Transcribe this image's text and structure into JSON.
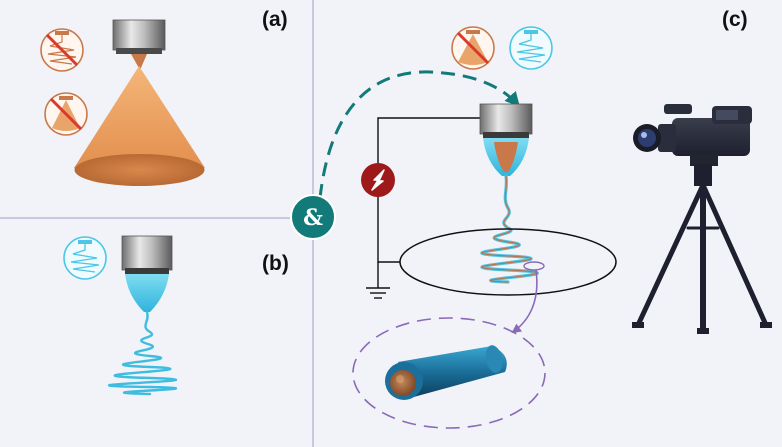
{
  "figure": {
    "panels": [
      {
        "id": "a",
        "label": "(a)"
      },
      {
        "id": "b",
        "label": "(b)"
      },
      {
        "id": "c",
        "label": "(c)"
      }
    ],
    "connector_symbol": "&",
    "icons": [
      "spinneret-icon",
      "jet-cone-icon",
      "prohibited-icon",
      "high-voltage-icon",
      "ground-icon",
      "video-camera-icon",
      "tripod-icon",
      "coaxial-fiber-icon"
    ]
  },
  "colors": {
    "background": "#f2f3f8",
    "divider": "#b9b9d9",
    "copper": "#c9784a",
    "orange_cone": "#f0a060",
    "blue_jet": "#4cc6e6",
    "teal": "#137a7a",
    "prohibit_red": "#d93a2b",
    "purple": "#8a6ab8",
    "voltage_red": "#9e1a1a"
  }
}
